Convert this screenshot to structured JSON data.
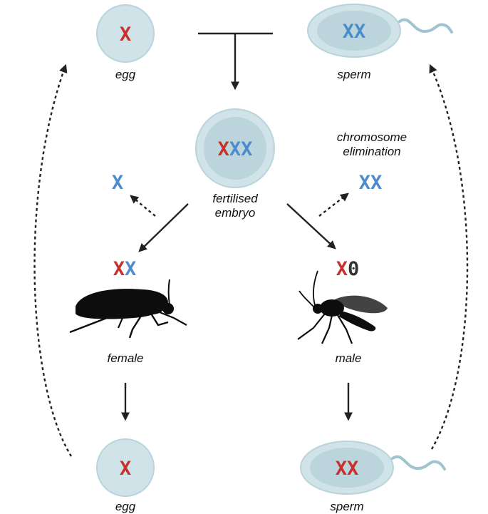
{
  "colors": {
    "maternal_x": "#c8302c",
    "paternal_x": "#4d8ccc",
    "null_chromosome": "#333333",
    "cell": "#cfe3e8"
  },
  "top_egg": {
    "chromosomes": [
      "X"
    ],
    "label": "egg"
  },
  "top_sperm": {
    "chromosomes": [
      "X",
      "X"
    ],
    "label": "sperm"
  },
  "embryo": {
    "chromosomes": [
      "X",
      "X",
      "X"
    ],
    "label_line1": "fertilised",
    "label_line2": "embryo"
  },
  "elimination": {
    "left_chromosomes": [
      "X"
    ],
    "right_chromosomes": [
      "X",
      "X"
    ],
    "label_line1": "chromosome",
    "label_line2": "elimination"
  },
  "female": {
    "chromosomes": [
      "X",
      "X"
    ],
    "label": "female",
    "icon": "fly-female-icon"
  },
  "male": {
    "chromosomes": [
      "X",
      "0"
    ],
    "label": "male",
    "icon": "fly-male-icon"
  },
  "bottom_egg": {
    "chromosomes": [
      "X"
    ],
    "label": "egg"
  },
  "bottom_sperm": {
    "chromosomes": [
      "X",
      "X"
    ],
    "label": "sperm"
  }
}
